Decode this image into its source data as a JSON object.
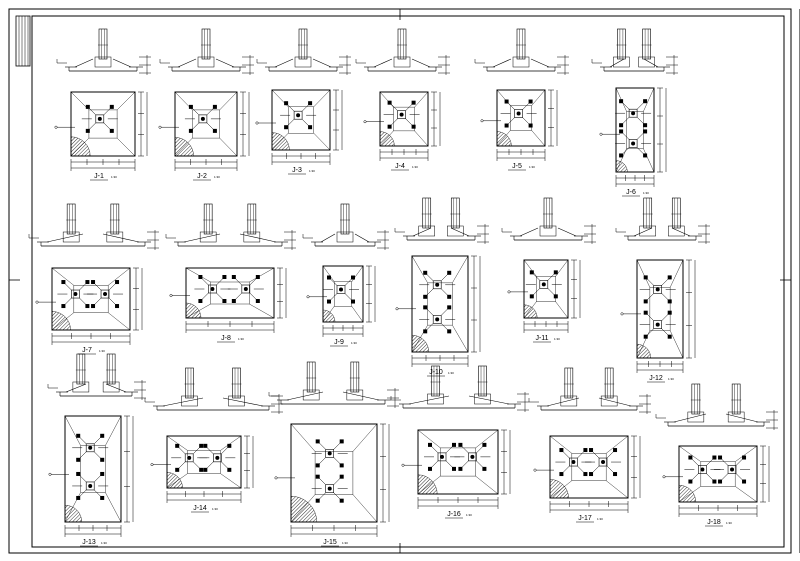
{
  "drawing": {
    "footings": [
      {
        "id": "J-1",
        "label": "J-1",
        "scale": "1:30"
      },
      {
        "id": "J-2",
        "label": "J-2",
        "scale": "1:30"
      },
      {
        "id": "J-3",
        "label": "J-3",
        "scale": "1:30"
      },
      {
        "id": "J-4",
        "label": "J-4",
        "scale": "1:30"
      },
      {
        "id": "J-5",
        "label": "J-5",
        "scale": "1:30"
      },
      {
        "id": "J-6",
        "label": "J-6",
        "scale": "1:30"
      },
      {
        "id": "J-7",
        "label": "J-7",
        "scale": "1:30"
      },
      {
        "id": "J-8",
        "label": "J-8",
        "scale": "1:30"
      },
      {
        "id": "J-9",
        "label": "J-9",
        "scale": "1:30"
      },
      {
        "id": "J-10",
        "label": "J-10",
        "scale": "1:30"
      },
      {
        "id": "J-11",
        "label": "J-11",
        "scale": "1:30"
      },
      {
        "id": "J-12",
        "label": "J-12",
        "scale": "1:30"
      },
      {
        "id": "J-13",
        "label": "J-13",
        "scale": "1:30"
      },
      {
        "id": "J-14",
        "label": "J-14",
        "scale": "1:30"
      },
      {
        "id": "J-15",
        "label": "J-15",
        "scale": "1:30"
      },
      {
        "id": "J-16",
        "label": "J-16",
        "scale": "1:30"
      },
      {
        "id": "J-17",
        "label": "J-17",
        "scale": "1:30"
      },
      {
        "id": "J-18",
        "label": "J-18",
        "scale": "1:30"
      }
    ]
  }
}
